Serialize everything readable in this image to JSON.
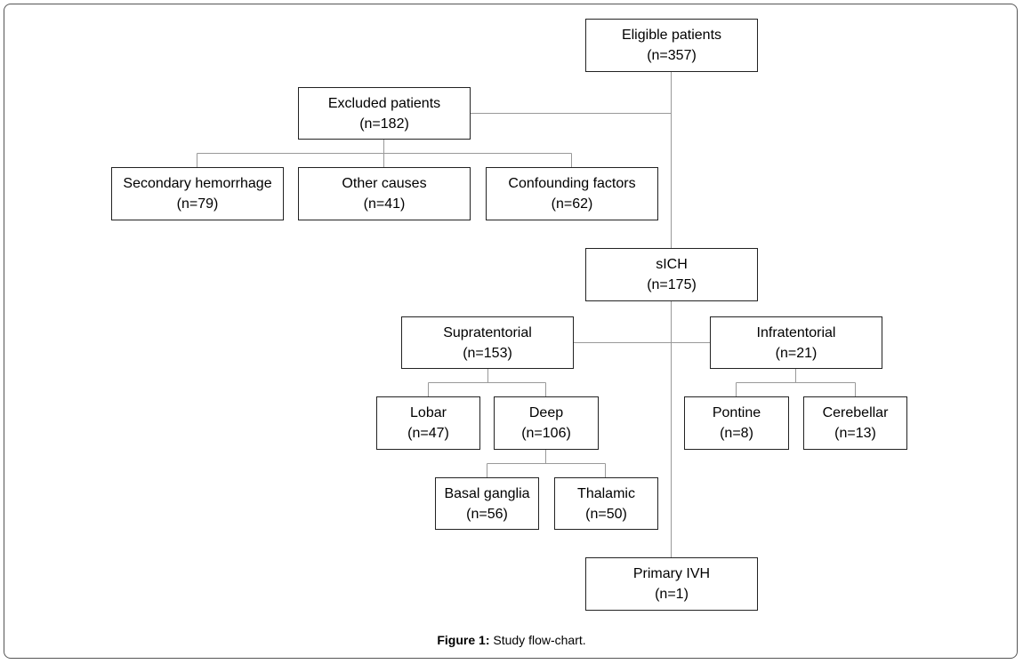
{
  "nodes": {
    "eligible": {
      "label": "Eligible patients",
      "count": "(n=357)"
    },
    "excluded": {
      "label": "Excluded patients",
      "count": "(n=182)"
    },
    "secondary": {
      "label": "Secondary hemorrhage",
      "count": "(n=79)"
    },
    "other": {
      "label": "Other causes",
      "count": "(n=41)"
    },
    "confounding": {
      "label": "Confounding factors",
      "count": "(n=62)"
    },
    "sich": {
      "label": "sICH",
      "count": "(n=175)"
    },
    "supratentorial": {
      "label": "Supratentorial",
      "count": "(n=153)"
    },
    "infratentorial": {
      "label": "Infratentorial",
      "count": "(n=21)"
    },
    "lobar": {
      "label": "Lobar",
      "count": "(n=47)"
    },
    "deep": {
      "label": "Deep",
      "count": "(n=106)"
    },
    "pontine": {
      "label": "Pontine",
      "count": "(n=8)"
    },
    "cerebellar": {
      "label": "Cerebellar",
      "count": "(n=13)"
    },
    "basal": {
      "label": "Basal ganglia",
      "count": "(n=56)"
    },
    "thalamic": {
      "label": "Thalamic",
      "count": "(n=50)"
    },
    "ivh": {
      "label": "Primary IVH",
      "count": "(n=1)"
    }
  },
  "caption": {
    "label": "Figure 1:",
    "text": " Study flow-chart."
  }
}
